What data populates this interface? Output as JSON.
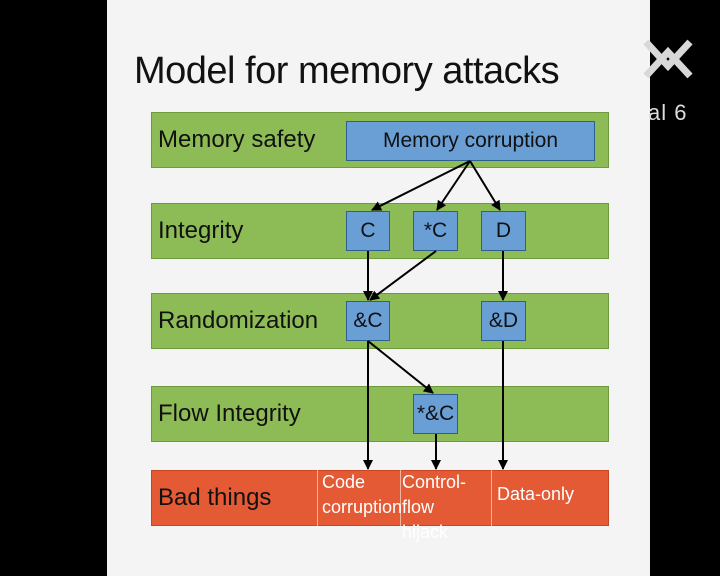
{
  "title": "Model for memory attacks",
  "bands": {
    "memory_safety": "Memory safety",
    "integrity": "Integrity",
    "randomization": "Randomization",
    "flow_integrity": "Flow Integrity",
    "bad_things": "Bad things"
  },
  "nodes": {
    "memory_corruption": "Memory corruption",
    "c": "C",
    "star_c": "*C",
    "d": "D",
    "amp_c": "&C",
    "amp_d": "&D",
    "star_amp_c": "*&C"
  },
  "outcomes": {
    "code_corruption": [
      "Code",
      "corruption"
    ],
    "control_flow_hijack": [
      "Control-flow",
      "hijack"
    ],
    "data_only": "Data-only"
  },
  "logo_text": "al 6",
  "colors": {
    "band_green": "#8dbb55",
    "band_red": "#e45a35",
    "node_blue": "#6a9fd6"
  }
}
